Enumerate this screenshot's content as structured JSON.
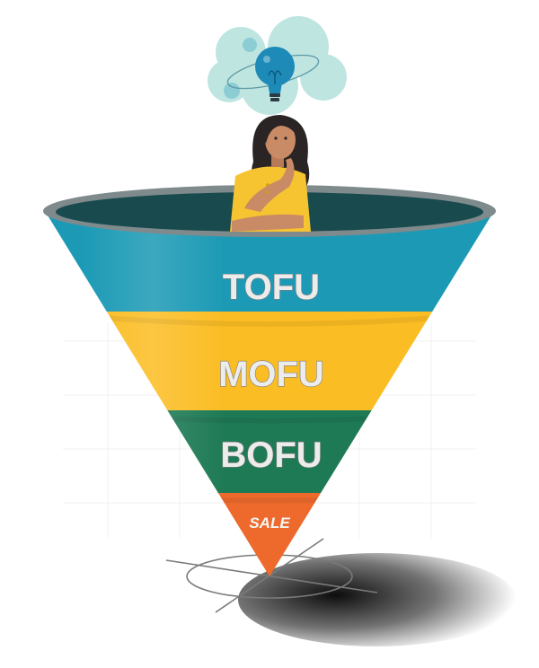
{
  "funnel": {
    "stages": [
      {
        "label": "TOFU",
        "color": "#1c9ab5"
      },
      {
        "label": "MOFU",
        "color": "#fbbd24"
      },
      {
        "label": "BOFU",
        "color": "#1e7a55"
      },
      {
        "label": "SALE",
        "color": "#ed6a2c"
      }
    ],
    "rim_color": "#7f8a8c",
    "interior_color": "#184a4e"
  },
  "figure": {
    "skin": "#c98a66",
    "hair": "#2a2424",
    "shirt": "#f6c431",
    "thought_bubble": "#bfe5e1",
    "bulb": "#1d8ab8"
  }
}
